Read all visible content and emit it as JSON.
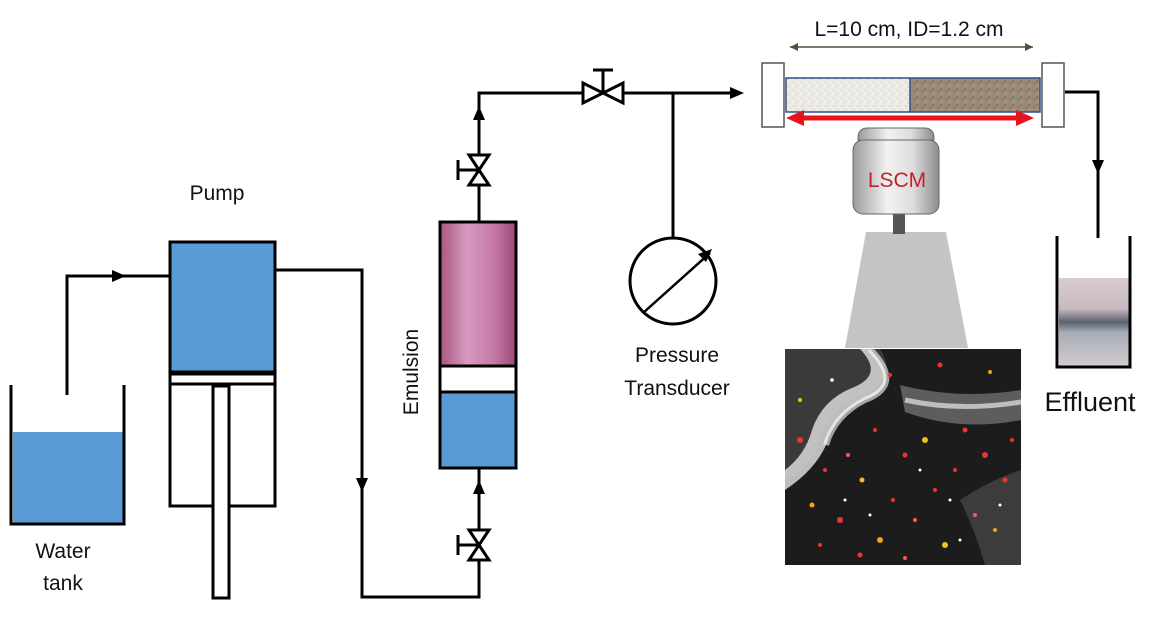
{
  "labels": {
    "pump": "Pump",
    "water_tank_line1": "Water",
    "water_tank_line2": "tank",
    "emulsion": "Emulsion",
    "pressure_line1": "Pressure",
    "pressure_line2": "Transducer",
    "column_dims": "L=10 cm, ID=1.2 cm",
    "lscm": "LSCM",
    "effluent": "Effluent"
  },
  "colors": {
    "water_blue": "#5b9bd5",
    "emulsion_pink": "#c97aa8",
    "pipe": "#000000",
    "lscm_red": "#c0212b",
    "red_arrow": "#e8141c",
    "sand_light": "#ecebe6",
    "sand_dark": "#9a8b78",
    "light_cone": "#c4c4c4",
    "image_bg": "#1c1c1c"
  }
}
